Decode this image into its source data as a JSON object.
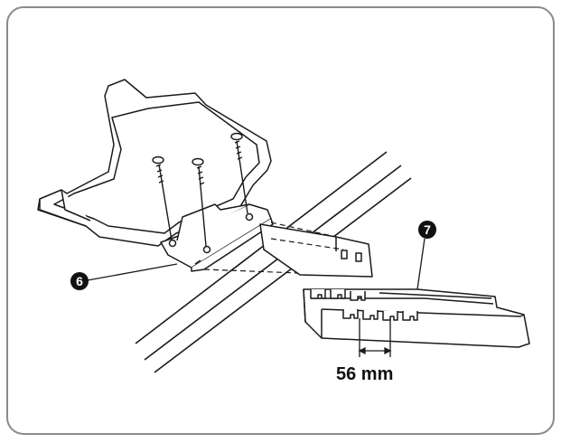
{
  "callouts": [
    {
      "id": "6",
      "glyph": "6"
    },
    {
      "id": "7",
      "glyph": "7"
    }
  ],
  "dimension": {
    "text": "56 mm"
  },
  "colors": {
    "frame": "#8a8a8a",
    "line": "#1a1a1a",
    "callout_fill": "#111111",
    "callout_text": "#ffffff"
  }
}
